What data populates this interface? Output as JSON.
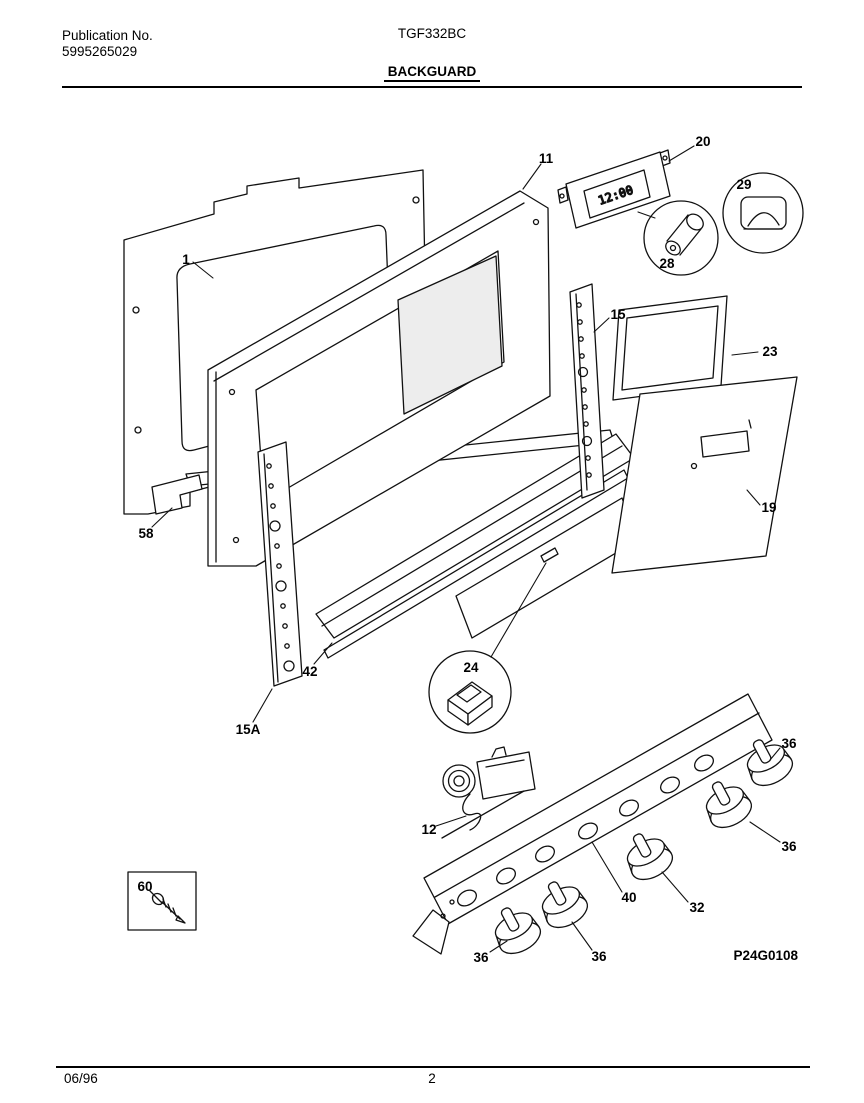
{
  "header": {
    "publication_label": "Publication No.",
    "publication_number": "5995265029",
    "model": "TGF332BC",
    "section_title": "BACKGUARD"
  },
  "diagram": {
    "drawing_code": "P24G0108",
    "clock_display": "12:00",
    "callouts": {
      "c1": "1",
      "c11": "11",
      "c20": "20",
      "c29": "29",
      "c28": "28",
      "c15": "15",
      "c23": "23",
      "c19": "19",
      "c58": "58",
      "c42": "42",
      "c15A": "15A",
      "c24": "24",
      "c12": "12",
      "c36": "36",
      "c40": "40",
      "c32": "32",
      "c60": "60"
    }
  },
  "footer": {
    "date": "06/96",
    "page_number": "2"
  }
}
